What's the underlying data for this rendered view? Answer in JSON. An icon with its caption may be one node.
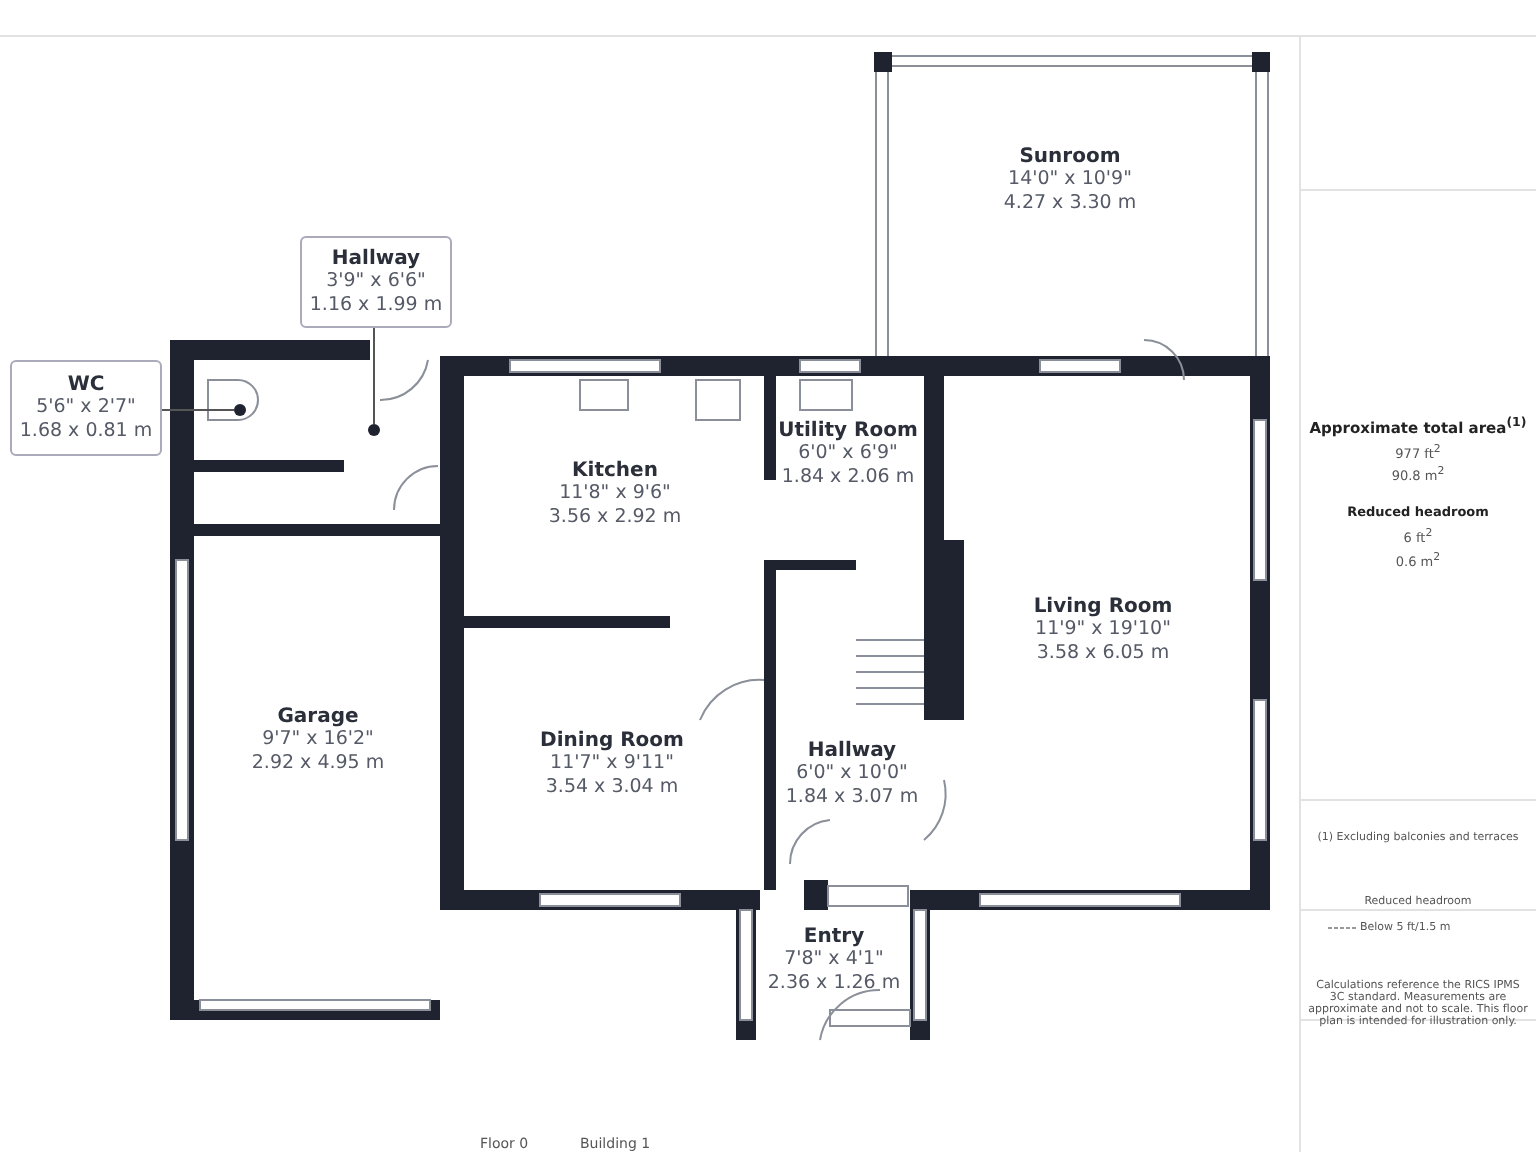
{
  "diagram": {
    "nodes": [
      {
        "text": [
          "Sunroom",
          "14'0\" x 10'9\"",
          "4.27 x 3.30 m"
        ]
      },
      {
        "text": [
          "Hallway",
          "3'9\" x 6'6\"",
          "1.16 x 1.99 m"
        ]
      },
      {
        "text": [
          "WC",
          "5'6\" x 2'7\"",
          "1.68 x 0.81 m"
        ]
      },
      {
        "text": [],
        "shape": "circle"
      },
      {
        "text": [],
        "shape": "circle"
      },
      {
        "text": [
          "Kitchen",
          "11'8\" x 9'6\"",
          "3.56 x 2.92 m"
        ]
      },
      {
        "text": [
          "Utility Room",
          "6'0\" x 6'9\"",
          "1.84 x 2.06 m"
        ]
      },
      {
        "text": [
          "Living Room",
          "11'9\" x 19'10\"",
          "3.58 x 6.05 m"
        ]
      },
      {
        "text": [
          "Garage",
          "9'7\" x 16'2\"",
          "2.92 x 4.95 m"
        ]
      },
      {
        "text": [
          "Dining Room",
          "11'7\" x 9'11\"",
          "3.54 x 3.04 m"
        ]
      },
      {
        "text": [
          "Hallway",
          "6'0\" x 10'0\"",
          "1.84 x 3.07 m"
        ]
      },
      {
        "text": [
          "Entry",
          "7'8\" x 4'1\"",
          "2.36 x 1.26 m"
        ]
      }
    ],
    "edges": [
      {
        "from": 1,
        "to": 3,
        "arrow": "none"
      },
      {
        "from": 2,
        "to": 4,
        "arrow": "none"
      }
    ],
    "labels": [
      "Floor 0",
      "Building 1",
      "Approximate total area$^{(1)}$",
      "977 ft$^{2}$",
      "90.8 m$^{2}$",
      "Reduced headroom",
      "6 ft$^{2}$",
      "0.6 m$^{2}$",
      "(1) Excluding balconies and terraces",
      "Reduced headroom",
      "Below 5 ft/1.5 m",
      "Calculations reference the RICS IPMS 3C standard. Measurements are approximate and not to scale. This floor plan is intended for illustration only."
    ]
  }
}
